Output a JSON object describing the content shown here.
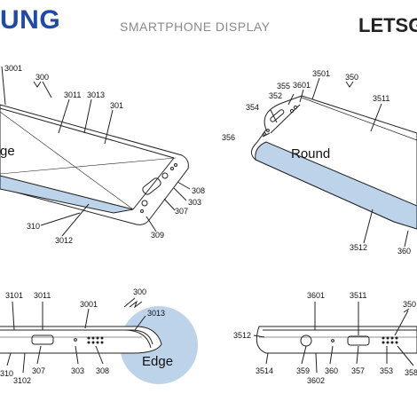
{
  "header": {
    "brand_left": "UNG",
    "subtitle": "SMARTPHONE DISPLAY",
    "brand_right": "LETSG"
  },
  "figures": {
    "edge_phone": {
      "label": "ge",
      "refs": {
        "r3001": "3001",
        "r300": "300",
        "r3011": "3011",
        "r3013": "3013",
        "r301": "301",
        "r308": "308",
        "r303": "303",
        "r307": "307",
        "r309": "309",
        "r310": "310",
        "r3012": "3012"
      }
    },
    "round_phone": {
      "label": "Round",
      "refs": {
        "r3501": "3501",
        "r355": "355",
        "r3601": "3601",
        "r352": "352",
        "r350": "350",
        "r354": "354",
        "r356": "356",
        "r3511": "3511",
        "r3512": "3512",
        "r360": "360"
      }
    },
    "edge_side": {
      "label": "Edge",
      "refs": {
        "r3101": "3101",
        "r3011": "3011",
        "r300": "300",
        "r3001": "3001",
        "r3013": "3013",
        "r310": "310",
        "r3102": "3102",
        "r307": "307",
        "r303": "303",
        "r308": "308"
      }
    },
    "round_side": {
      "refs": {
        "r3601": "3601",
        "r3511": "3511",
        "r350": "350",
        "r3512": "3512",
        "r3514": "3514",
        "r359": "359",
        "r3602": "3602",
        "r360": "360",
        "r357": "357",
        "r353": "353",
        "r358": "358"
      }
    }
  },
  "colors": {
    "accent_fill": "#bcd3ea",
    "brand_blue": "#1f4aa8"
  }
}
